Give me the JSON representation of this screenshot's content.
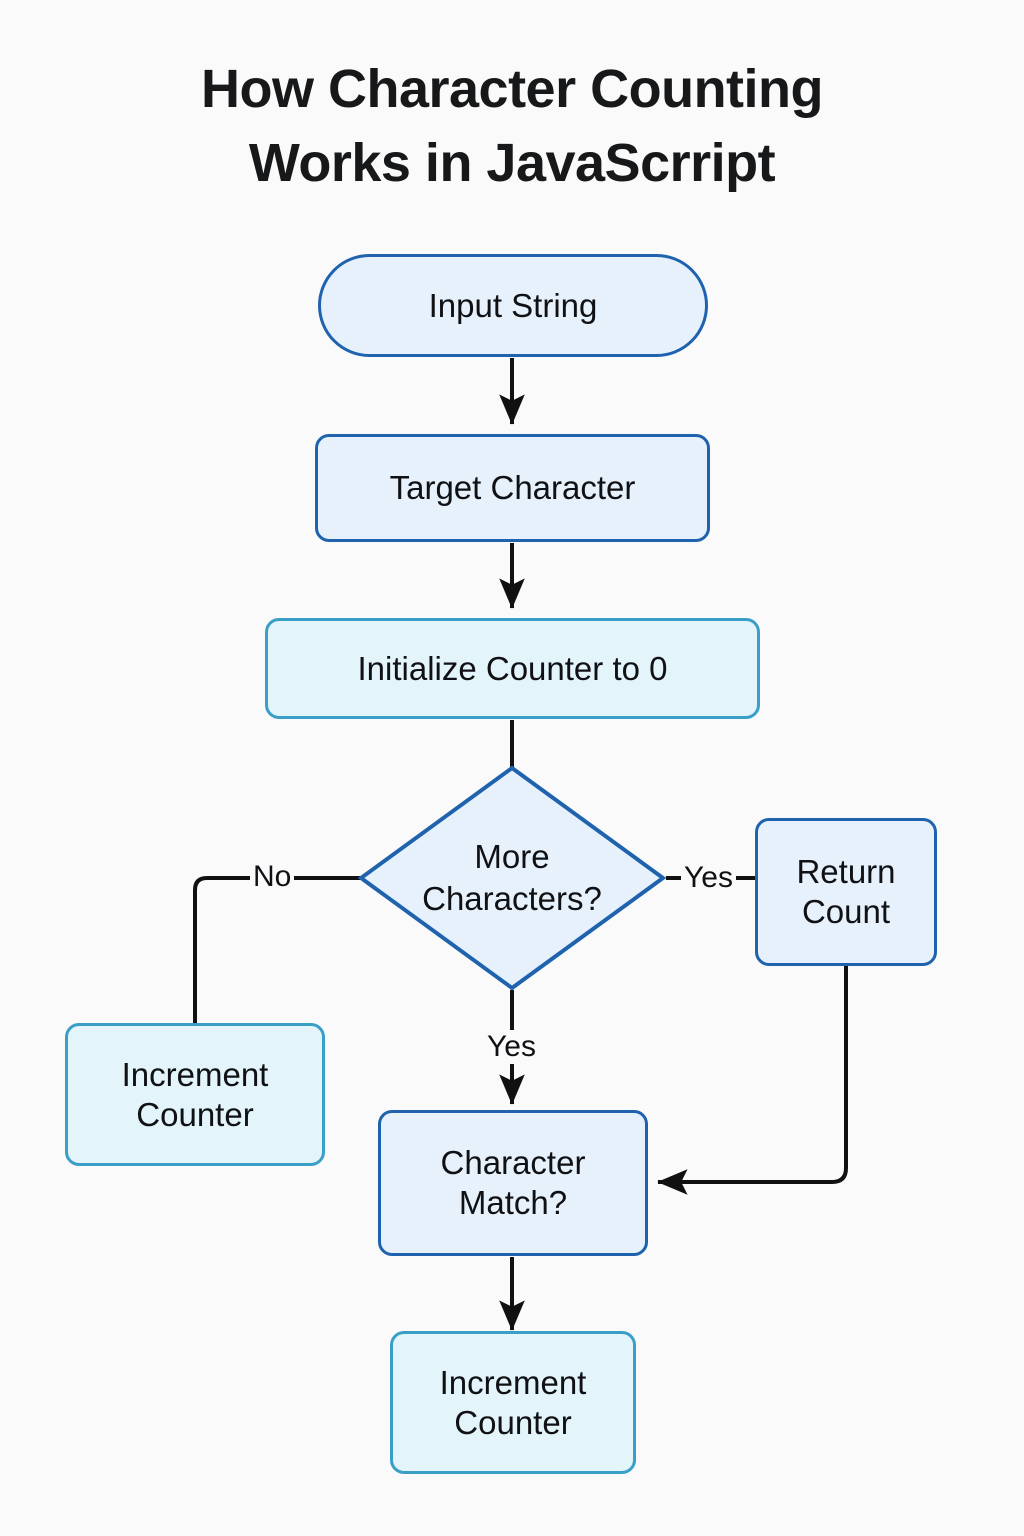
{
  "page": {
    "title_line1": "How Character Counting",
    "title_line2": "Works in JavaScrript",
    "background_color": "#fafafa",
    "title_color": "#17181a"
  },
  "palette": {
    "node_blue_border": "#1f62ad",
    "node_blue_fill": "#e7f1fc",
    "node_teal_border": "#3a9fc6",
    "node_teal_fill": "#e3f4fb",
    "edge_color": "#111111"
  },
  "diagram": {
    "type": "flowchart",
    "nodes": [
      {
        "id": "input-string",
        "label": "Input String",
        "shape": "stadium",
        "style": "blue"
      },
      {
        "id": "target-character",
        "label": "Target Character",
        "shape": "rounded-rect",
        "style": "blue"
      },
      {
        "id": "initialize-counter",
        "label": "Initialize Counter to 0",
        "shape": "rounded-rect",
        "style": "teal"
      },
      {
        "id": "more-characters",
        "label": "More\nCharacters?",
        "shape": "diamond",
        "style": "blue"
      },
      {
        "id": "return-count",
        "label": "Return\nCount",
        "shape": "rounded-rect",
        "style": "blue"
      },
      {
        "id": "increment-counter-left",
        "label": "Increment\nCounter",
        "shape": "rounded-rect",
        "style": "teal"
      },
      {
        "id": "character-match",
        "label": "Character\nMatch?",
        "shape": "rounded-rect",
        "style": "blue"
      },
      {
        "id": "increment-counter-bottom",
        "label": "Increment\nCounter",
        "shape": "rounded-rect",
        "style": "teal"
      }
    ],
    "edges": [
      {
        "from": "input-string",
        "to": "target-character",
        "label": "",
        "arrow": true
      },
      {
        "from": "target-character",
        "to": "initialize-counter",
        "label": "",
        "arrow": true
      },
      {
        "from": "initialize-counter",
        "to": "more-characters",
        "label": "",
        "arrow": false
      },
      {
        "from": "more-characters",
        "to": "increment-counter-left",
        "label": "No",
        "arrow": false
      },
      {
        "from": "more-characters",
        "to": "return-count",
        "label": "Yes",
        "arrow": false
      },
      {
        "from": "more-characters",
        "to": "character-match",
        "label": "Yes",
        "arrow": true
      },
      {
        "from": "return-count",
        "to": "character-match",
        "label": "",
        "arrow": true
      },
      {
        "from": "character-match",
        "to": "increment-counter-bottom",
        "label": "",
        "arrow": true
      }
    ],
    "edge_labels": {
      "no": "No",
      "yes_right": "Yes",
      "yes_down": "Yes"
    }
  }
}
